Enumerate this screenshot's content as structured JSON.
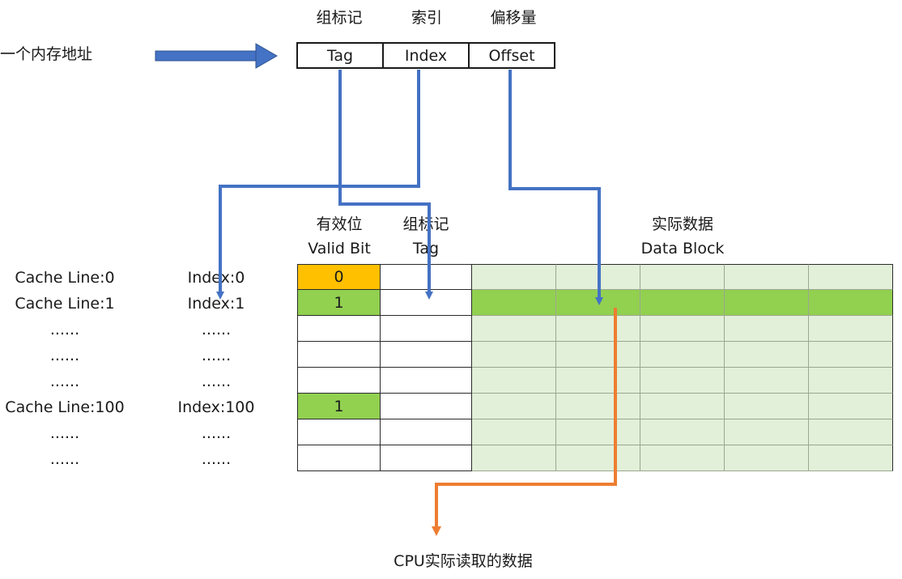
{
  "address": {
    "label": "一个内存地址",
    "fields": [
      {
        "header": "组标记",
        "name": "Tag"
      },
      {
        "header": "索引",
        "name": "Index"
      },
      {
        "header": "偏移量",
        "name": "Offset"
      }
    ]
  },
  "table": {
    "headers": {
      "valid_cn": "有效位",
      "valid_en": "Valid Bit",
      "tag_cn": "组标记",
      "tag_en": "Tag",
      "data_cn": "实际数据",
      "data_en": "Data Block"
    },
    "rows": [
      {
        "cache_line": "Cache Line:0",
        "index": "Index:0",
        "valid": "0",
        "valid_state": "zero"
      },
      {
        "cache_line": "Cache Line:1",
        "index": "Index:1",
        "valid": "1",
        "valid_state": "one",
        "highlight": true
      },
      {
        "cache_line": "......",
        "index": "......",
        "valid": "",
        "valid_state": "empty"
      },
      {
        "cache_line": "......",
        "index": "......",
        "valid": "",
        "valid_state": "empty"
      },
      {
        "cache_line": "......",
        "index": "......",
        "valid": "",
        "valid_state": "empty"
      },
      {
        "cache_line": "Cache Line:100",
        "index": "Index:100",
        "valid": "1",
        "valid_state": "one"
      },
      {
        "cache_line": "......",
        "index": "......",
        "valid": "",
        "valid_state": "empty"
      },
      {
        "cache_line": "......",
        "index": "......",
        "valid": "",
        "valid_state": "empty"
      }
    ],
    "data_block_columns": 5
  },
  "output_label": "CPU实际读取的数据",
  "colors": {
    "arrow_blue": "#4472c4",
    "arrow_orange": "#ed7d31",
    "valid_zero": "#ffc000",
    "valid_one": "#92d050",
    "data_bg": "#e2efd9",
    "data_highlight": "#92d050"
  }
}
